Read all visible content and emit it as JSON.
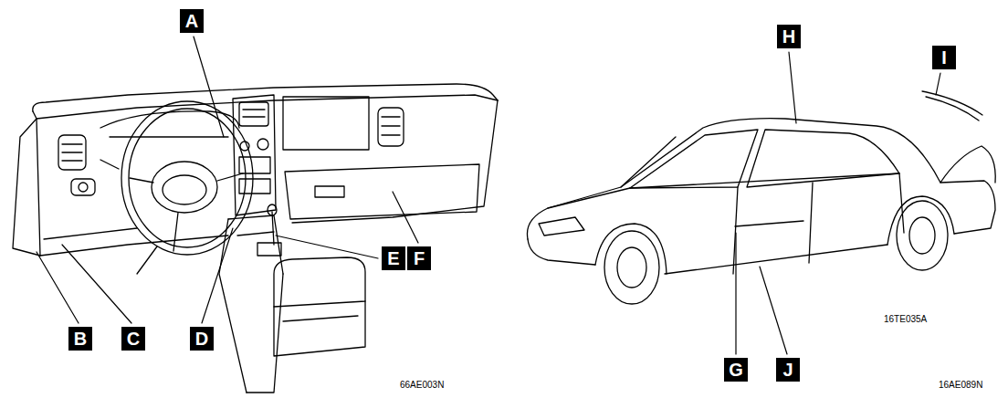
{
  "diagram": {
    "labels": [
      "A",
      "B",
      "C",
      "D",
      "E",
      "F",
      "66AE003N",
      "H",
      "I",
      "16TE035A",
      "G",
      "J",
      "16AE089N"
    ]
  }
}
